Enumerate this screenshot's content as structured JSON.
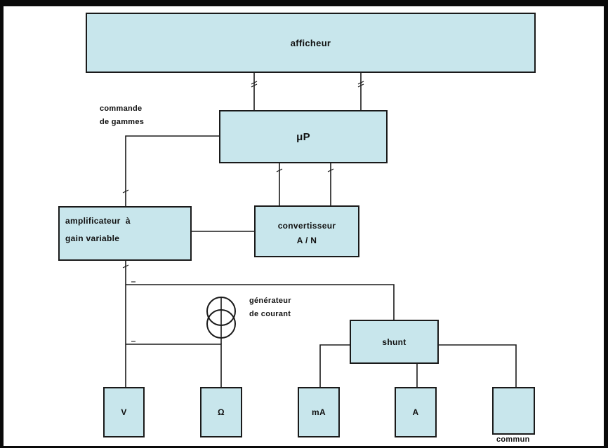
{
  "blocks": {
    "display": "afficheur",
    "microprocessor": "μP",
    "amplifier": {
      "line1": "amplificateur  à",
      "line2": "gain variable"
    },
    "converter": {
      "line1": "convertisseur",
      "line2": "A / N"
    },
    "shunt": "shunt"
  },
  "terminals": {
    "volts": "V",
    "ohms": "Ω",
    "milliamps": "mA",
    "amps": "A",
    "common": "commun"
  },
  "labels": {
    "range_control": {
      "line1": "commande",
      "line2": "de gammes"
    },
    "current_generator": {
      "line1": "générateur",
      "line2": "de courant"
    }
  },
  "colors": {
    "block_fill": "#c8e6ec",
    "line": "#1a1a1a",
    "frame": "#0a0a0a"
  }
}
